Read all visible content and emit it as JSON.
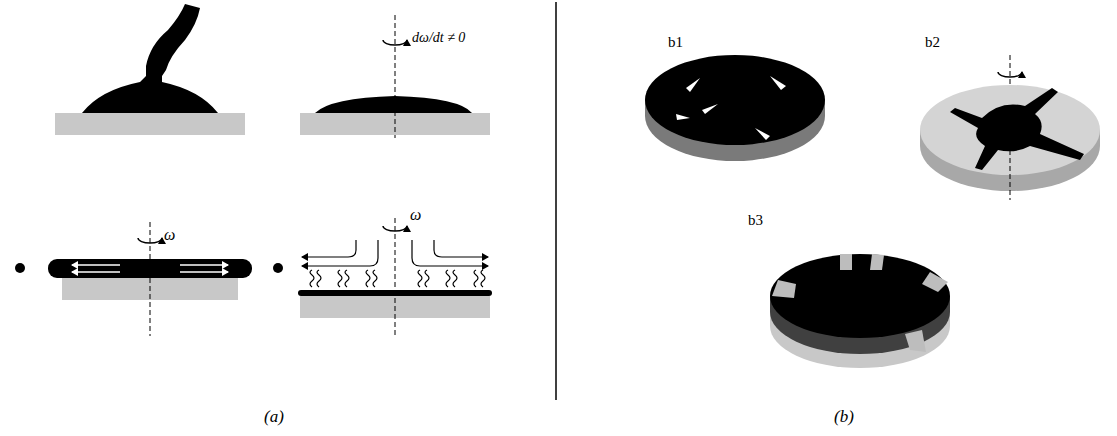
{
  "diagram": {
    "labels": [
      "dω/dt ≠ 0",
      "ω",
      "ω",
      "b1",
      "b2",
      "b3",
      "(a)",
      "(b)"
    ]
  }
}
